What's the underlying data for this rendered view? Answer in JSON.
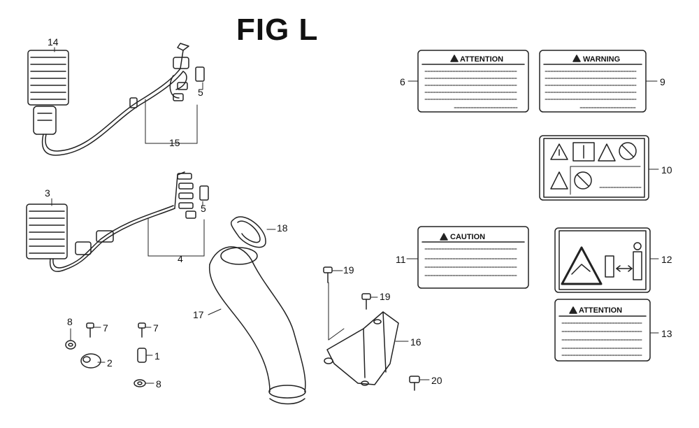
{
  "title": "FIG L",
  "callouts": {
    "c1": "1",
    "c2": "2",
    "c3": "3",
    "c4": "4",
    "c5a": "5",
    "c5b": "5",
    "c6": "6",
    "c7a": "7",
    "c7b": "7",
    "c8a": "8",
    "c8b": "8",
    "c9": "9",
    "c10": "10",
    "c11": "11",
    "c12": "12",
    "c13": "13",
    "c14": "14",
    "c15": "15",
    "c16": "16",
    "c17": "17",
    "c18": "18",
    "c19a": "19",
    "c19b": "19",
    "c20": "20"
  },
  "labels": {
    "l6": "ATTENTION",
    "l9": "WARNING",
    "l11": "CAUTION",
    "l13": "ATTENTION"
  }
}
